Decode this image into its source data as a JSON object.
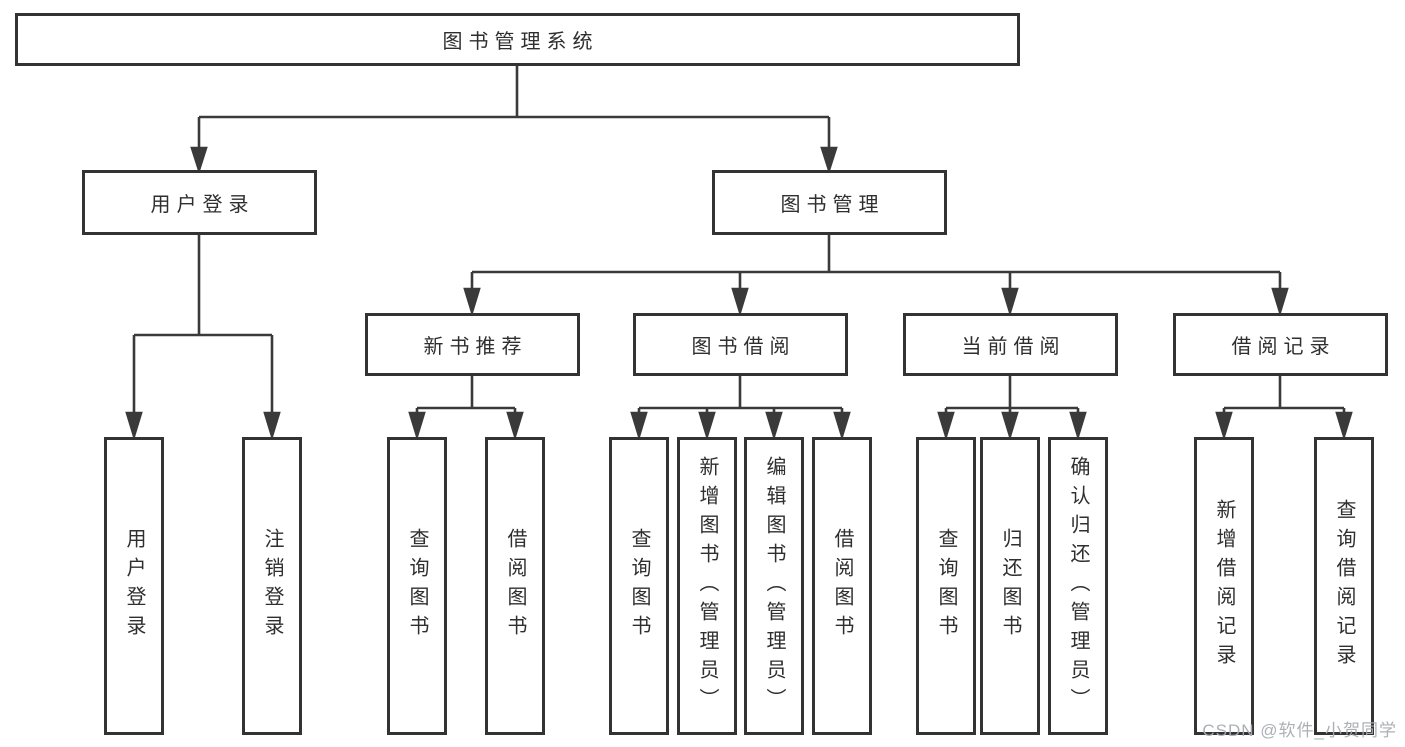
{
  "title": {
    "label": "图书管理系统"
  },
  "branches": {
    "user_login": {
      "label": "用户登录",
      "children": [
        {
          "label": "用户登录"
        },
        {
          "label": "注销登录"
        }
      ]
    },
    "book_management": {
      "label": "图书管理",
      "sections": [
        {
          "label": "新书推荐",
          "children": [
            {
              "label": "查询图书"
            },
            {
              "label": "借阅图书"
            }
          ]
        },
        {
          "label": "图书借阅",
          "children": [
            {
              "label": "查询图书"
            },
            {
              "label": "新增图书（管理员）"
            },
            {
              "label": "编辑图书（管理员）"
            },
            {
              "label": "借阅图书"
            }
          ]
        },
        {
          "label": "当前借阅",
          "children": [
            {
              "label": "查询图书"
            },
            {
              "label": "归还图书"
            },
            {
              "label": "确认归还（管理员）"
            }
          ]
        },
        {
          "label": "借阅记录",
          "children": [
            {
              "label": "新增借阅记录"
            },
            {
              "label": "查询借阅记录"
            }
          ]
        }
      ]
    }
  },
  "watermark": {
    "text": "CSDN @软件_小贺同学",
    "color": "#a8acb2"
  },
  "colors": {
    "line": "#3a3a3a",
    "box_border": "#333333",
    "text": "#2f2f2f",
    "background": "#ffffff"
  }
}
